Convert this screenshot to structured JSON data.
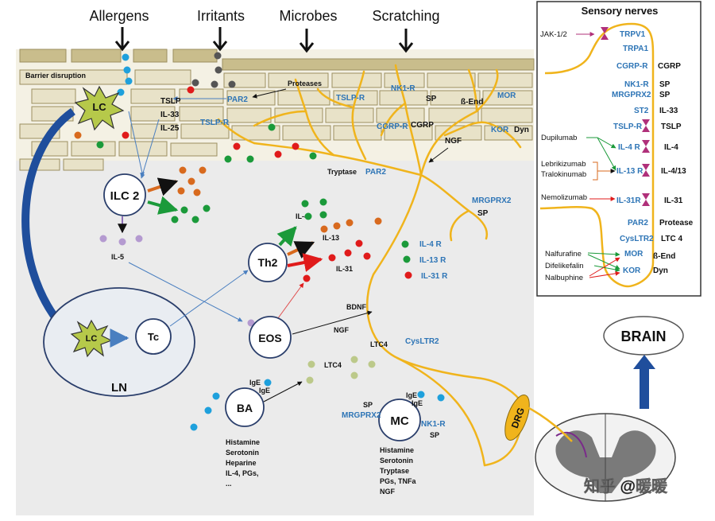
{
  "top_labels": {
    "allergens": "Allergens",
    "irritants": "Irritants",
    "microbes": "Microbes",
    "scratching": "Scratching"
  },
  "skin": {
    "barrier_disruption": "Barrier disruption",
    "proteases": "Proteases",
    "par2": "PAR2",
    "tslp": "TSLP",
    "il33": "IL-33",
    "il25": "IL-25",
    "tslp_r": "TSLP-R",
    "tslp_r2": "TSLP-R",
    "nk1r": "NK1-R",
    "sp": "SP",
    "cgrp_r": "CGRP-R",
    "cgrp": "CGRP",
    "b_end": "ß-End",
    "mor": "MOR",
    "kor": "KOR",
    "dyn": "Dyn",
    "ngf": "NGF",
    "tryptase": "Tryptase",
    "par2_b": "PAR2"
  },
  "cells": {
    "lc": "LC",
    "lc2": "LC",
    "ilc2": "ILC 2",
    "il5": "IL-5",
    "th2": "Th2",
    "il4": "IL-4",
    "il13": "IL-13",
    "il31": "IL-31",
    "il4r": "IL-4 R",
    "il13r": "IL-13 R",
    "il31r": "IL-31 R",
    "mrgprx2": "MRGPRX2",
    "sp2": "SP",
    "tc": "Tc",
    "ln": "LN",
    "eos": "EOS",
    "bdnf": "BDNF",
    "ngf2": "NGF",
    "ltc4": "LTC4",
    "cysltr2": "CysLTR2",
    "ltc4b": "LTC4",
    "ba": "BA",
    "ige1": "IgE",
    "ige2": "IgE",
    "ba_mediators": [
      "Histamine",
      "Serotonin",
      "Heparine",
      "IL-4, PGs,",
      "..."
    ],
    "mc": "MC",
    "mc_sp": "SP",
    "mc_mrgprx2": "MRGPRX2",
    "mc_nk1r": "NK1-R",
    "mc_sp2": "SP",
    "mc_ige1": "IgE",
    "mc_ige2": "IgE",
    "mc_mediators": [
      "Histamine",
      "Serotonin",
      "Tryptase",
      "PGs, TNFa",
      "NGF"
    ]
  },
  "drg": "DRG",
  "brain": "BRAIN",
  "watermark": "知乎 @暖暖",
  "sensory_panel": {
    "title": "Sensory nerves",
    "jak": "JAK-1/2",
    "receptors": [
      {
        "name": "TRPV1",
        "ligand": ""
      },
      {
        "name": "TRPA1",
        "ligand": ""
      },
      {
        "name": "CGRP-R",
        "ligand": "CGRP"
      },
      {
        "name": "NK1-R",
        "ligand": "SP"
      },
      {
        "name": "MRGPRX2",
        "ligand": "SP"
      },
      {
        "name": "ST2",
        "ligand": "IL-33"
      },
      {
        "name": "TSLP-R",
        "ligand": "TSLP"
      },
      {
        "name": "IL-4 R",
        "ligand": "IL-4"
      },
      {
        "name": "IL-13 R",
        "ligand": "IL-4/13"
      },
      {
        "name": "IL-31R",
        "ligand": "IL-31"
      },
      {
        "name": "PAR2",
        "ligand": "Protease"
      },
      {
        "name": "CysLTR2",
        "ligand": "LTC 4"
      },
      {
        "name": "MOR",
        "ligand": "ß-End"
      },
      {
        "name": "KOR",
        "ligand": "Dyn"
      }
    ],
    "drugs": {
      "dupilumab": "Dupilumab",
      "lebrikizumab": "Lebrikizumab",
      "tralokinumab": "Tralokinumab",
      "nemolizumab": "Nemolizumab",
      "nalfurafine": "Nalfurafine",
      "difelikefalin": "Difelikefalin",
      "nalbuphine": "Nalbuphine"
    }
  },
  "colors": {
    "nerve": "#f0b41c",
    "receptor_text": "#2e75b6",
    "dark_blue": "#1f4e9c",
    "lc_green": "#b6c94a",
    "dot_blue": "#1ea0dc",
    "dot_green": "#1b9a3a",
    "dot_red": "#e01b1b",
    "dot_orange": "#d86a1e",
    "dot_purple": "#b49ad0",
    "dot_olive": "#bcc98a",
    "antagonist": "#b0307a"
  }
}
